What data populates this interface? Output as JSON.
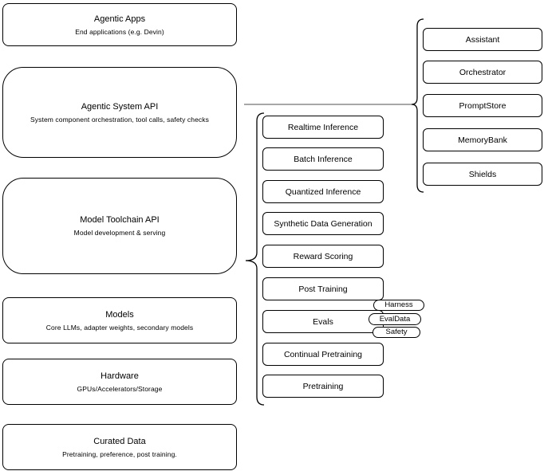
{
  "nodes": {
    "left": [
      {
        "title": "Agentic Apps",
        "subtitle": "End applications (e.g. Devin)"
      },
      {
        "title": "Agentic System API",
        "subtitle": "System component orchestration, tool calls, safety checks"
      },
      {
        "title": "Model Toolchain API",
        "subtitle": "Model development & serving"
      },
      {
        "title": "Models",
        "subtitle": "Core LLMs, adapter weights, secondary models"
      },
      {
        "title": "Hardware",
        "subtitle": "GPUs/Accelerators/Storage"
      },
      {
        "title": "Curated Data",
        "subtitle": "Pretraining, preference, post training."
      }
    ],
    "toolchain_items": [
      "Realtime Inference",
      "Batch Inference",
      "Quantized Inference",
      "Synthetic Data Generation",
      "Reward Scoring",
      "Post Training",
      "Evals",
      "Continual Pretraining",
      "Pretraining"
    ],
    "eval_tags": [
      "Harness",
      "EvalData",
      "Safety"
    ],
    "system_items": [
      "Assistant",
      "Orchestrator",
      "PromptStore",
      "MemoryBank",
      "Shields"
    ]
  },
  "colors": {
    "node_stroke": "#000000",
    "node_fill": "#ffffff",
    "connector_line": "#8a8a8a",
    "brace_stroke": "#000000",
    "text": "#000000"
  }
}
